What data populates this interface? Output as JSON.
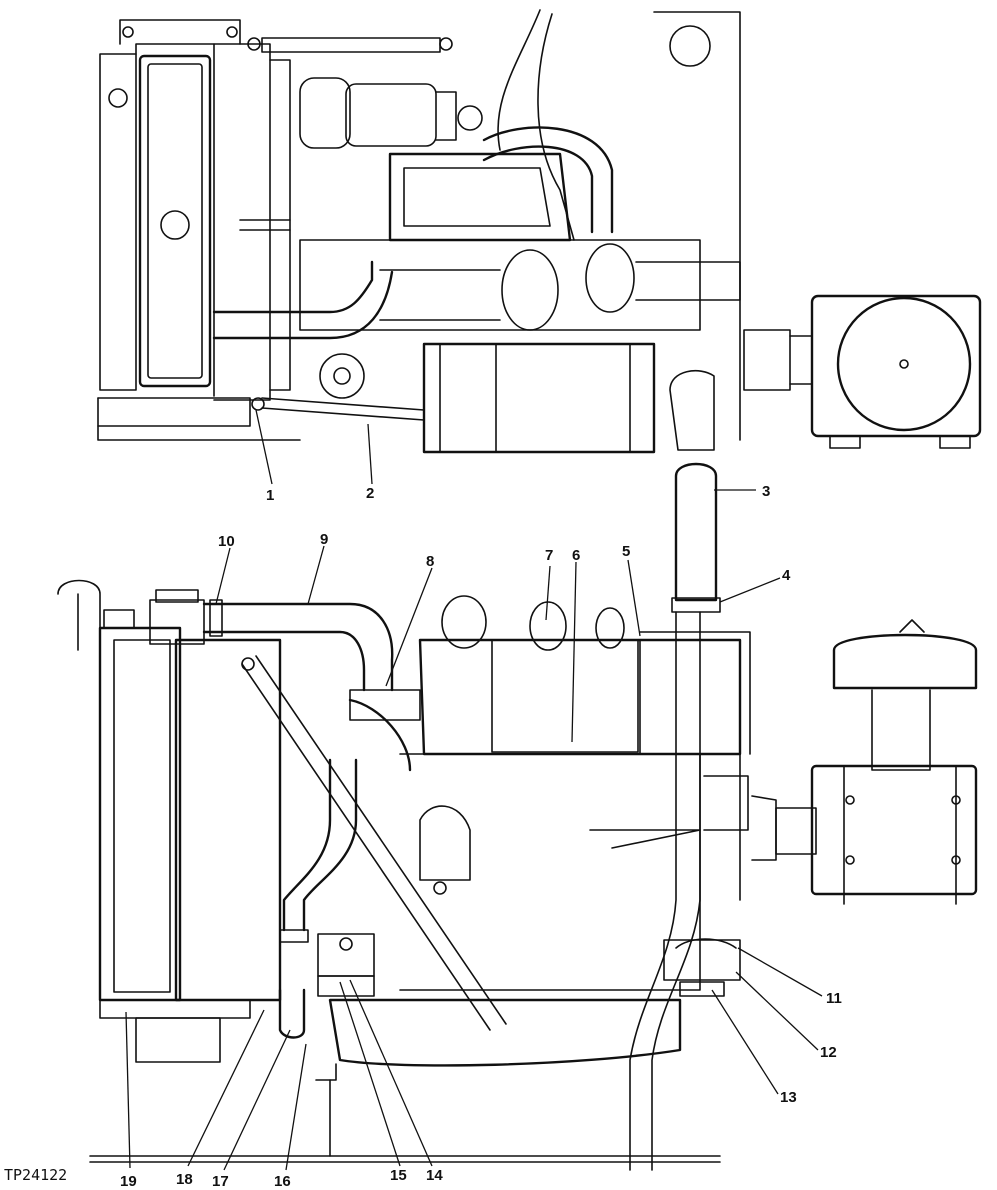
{
  "figure_id": "TP24122",
  "callouts": [
    "1",
    "2",
    "3",
    "4",
    "5",
    "6",
    "7",
    "8",
    "9",
    "10",
    "11",
    "12",
    "13",
    "14",
    "15",
    "16",
    "17",
    "18",
    "19"
  ]
}
